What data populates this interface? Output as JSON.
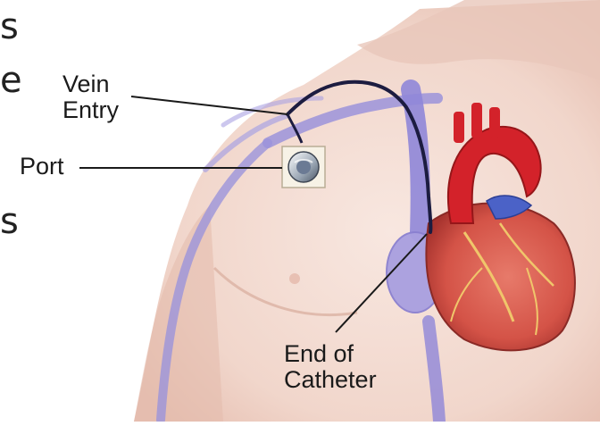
{
  "cropped_text": {
    "line1": "s",
    "line2": "e",
    "line3": "s"
  },
  "labels": {
    "vein_entry": [
      "Vein",
      "Entry"
    ],
    "port": "Port",
    "end_of_catheter": [
      "End of",
      "Catheter"
    ]
  },
  "colors": {
    "skin": "#f3dcd2",
    "skin_shadow": "#e2b9ab",
    "vein": "#8f86d8",
    "catheter": "#1c1c40",
    "heart": "#d9574e",
    "aorta": "#d3222a",
    "leader_line": "#1a1a1a"
  }
}
